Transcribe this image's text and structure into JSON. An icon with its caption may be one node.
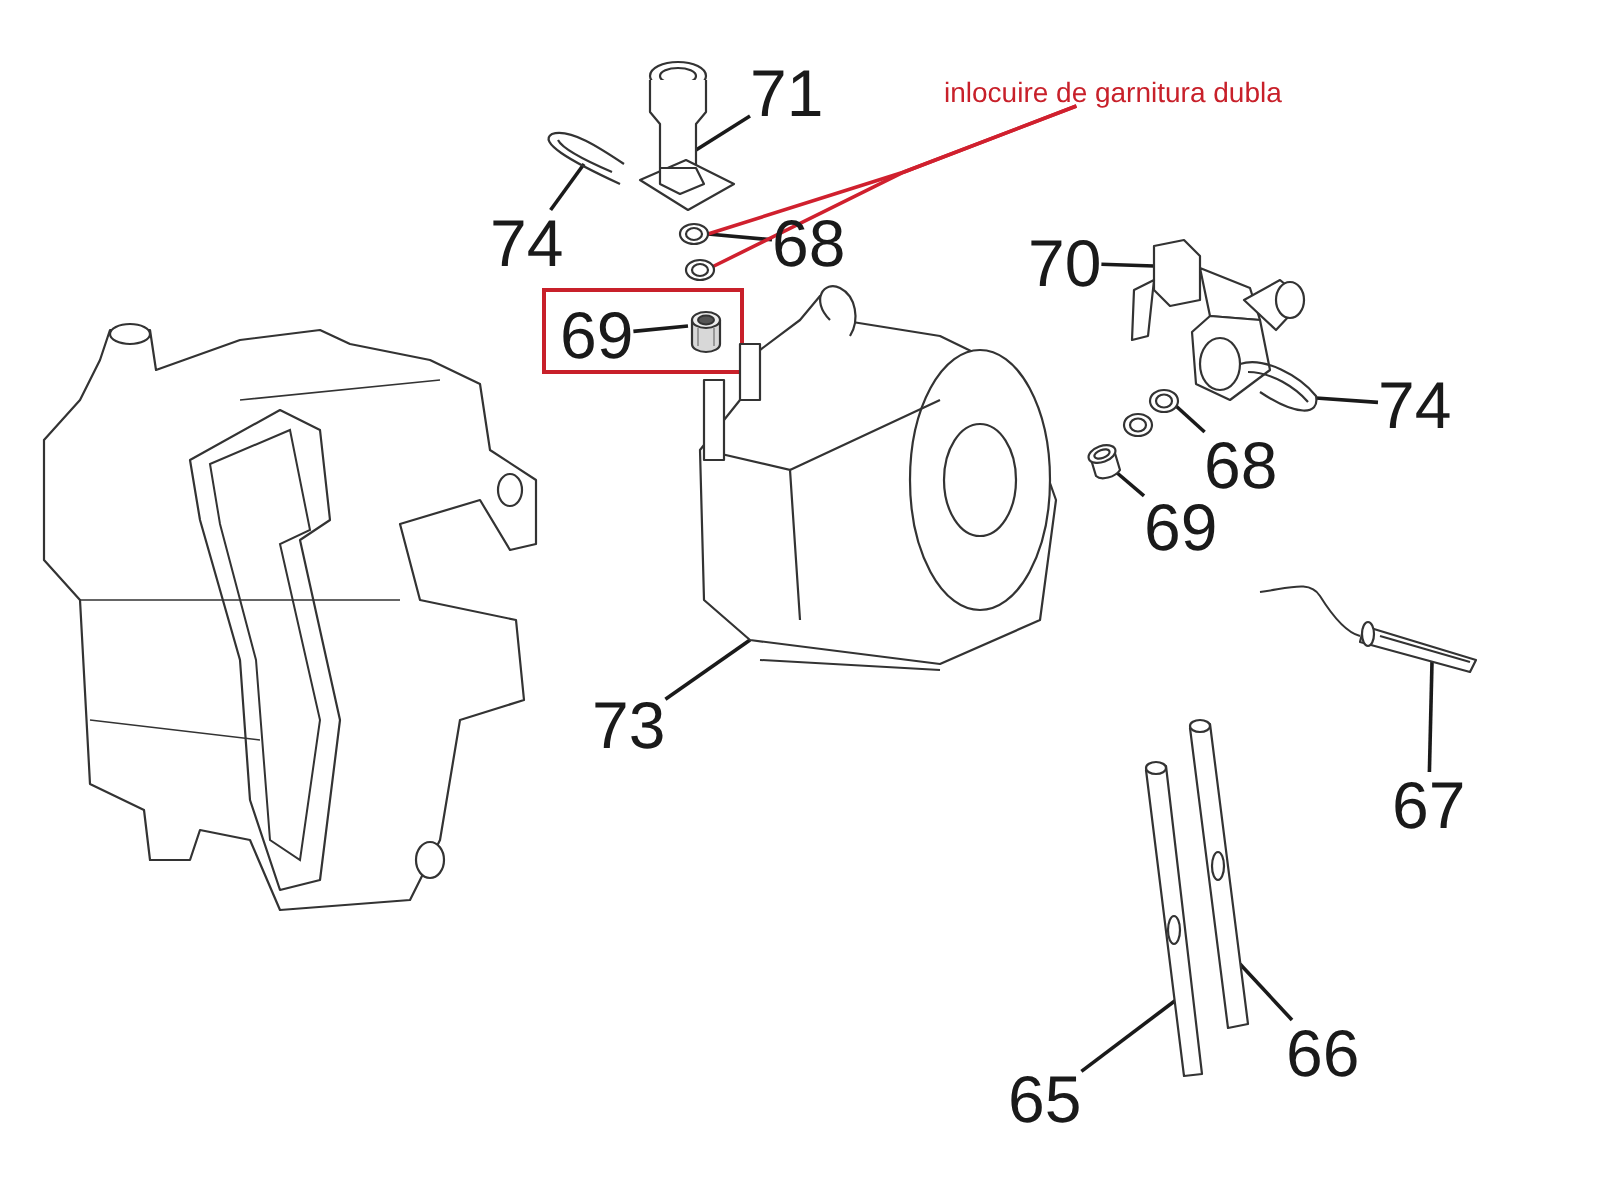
{
  "diagram": {
    "nodes": [
      {
        "text": [
          "71"
        ]
      },
      {
        "text": [],
        "shape": "picture"
      },
      {
        "text": [
          "inlocuire de garnitura dubla"
        ]
      },
      {
        "text": [],
        "shape": "picture"
      },
      {
        "text": [
          "74"
        ]
      },
      {
        "text": [
          "68"
        ]
      },
      {
        "text": [],
        "shape": "circle"
      },
      {
        "text": [],
        "shape": "circle"
      },
      {
        "text": [
          "70"
        ]
      },
      {
        "text": [],
        "shape": "picture"
      },
      {
        "text": [],
        "shape": "box"
      },
      {
        "text": [
          "69"
        ],
        "in": 10
      },
      {
        "text": [],
        "shape": "picture",
        "in": 10
      },
      {
        "text": [],
        "shape": "picture"
      },
      {
        "text": [],
        "shape": "picture"
      },
      {
        "text": [
          "74"
        ]
      },
      {
        "text": [],
        "shape": "circle"
      },
      {
        "text": [],
        "shape": "circle"
      },
      {
        "text": [
          "68"
        ]
      },
      {
        "text": [],
        "shape": "picture"
      },
      {
        "text": [
          "69"
        ]
      },
      {
        "text": [],
        "shape": "picture"
      },
      {
        "text": [
          "73"
        ]
      },
      {
        "text": [
          "67"
        ]
      },
      {
        "text": [],
        "shape": "picture"
      },
      {
        "text": [],
        "shape": "picture"
      },
      {
        "text": [
          "66"
        ]
      },
      {
        "text": [
          "65"
        ]
      }
    ],
    "edges": [
      {
        "from": 0,
        "to": 1,
        "arrow": "none"
      },
      {
        "from": 4,
        "to": 3,
        "arrow": "none"
      },
      {
        "from": 5,
        "to": 6,
        "arrow": "none"
      },
      {
        "from": 2,
        "to": 6,
        "arrow": "none",
        "color": "#d0202e"
      },
      {
        "from": 2,
        "to": 7,
        "arrow": "none",
        "color": "#d0202e"
      },
      {
        "from": 8,
        "to": 9,
        "arrow": "none"
      },
      {
        "from": 11,
        "to": 12,
        "arrow": "none"
      },
      {
        "from": 15,
        "to": 14,
        "arrow": "none"
      },
      {
        "from": 18,
        "to": 17,
        "arrow": "none"
      },
      {
        "from": 20,
        "to": 19,
        "arrow": "none"
      },
      {
        "from": 22,
        "to": 13,
        "arrow": "none"
      },
      {
        "from": 23,
        "to": 21,
        "arrow": "none"
      },
      {
        "from": 27,
        "to": 24,
        "arrow": "none"
      },
      {
        "from": 26,
        "to": 25,
        "arrow": "none"
      }
    ]
  }
}
